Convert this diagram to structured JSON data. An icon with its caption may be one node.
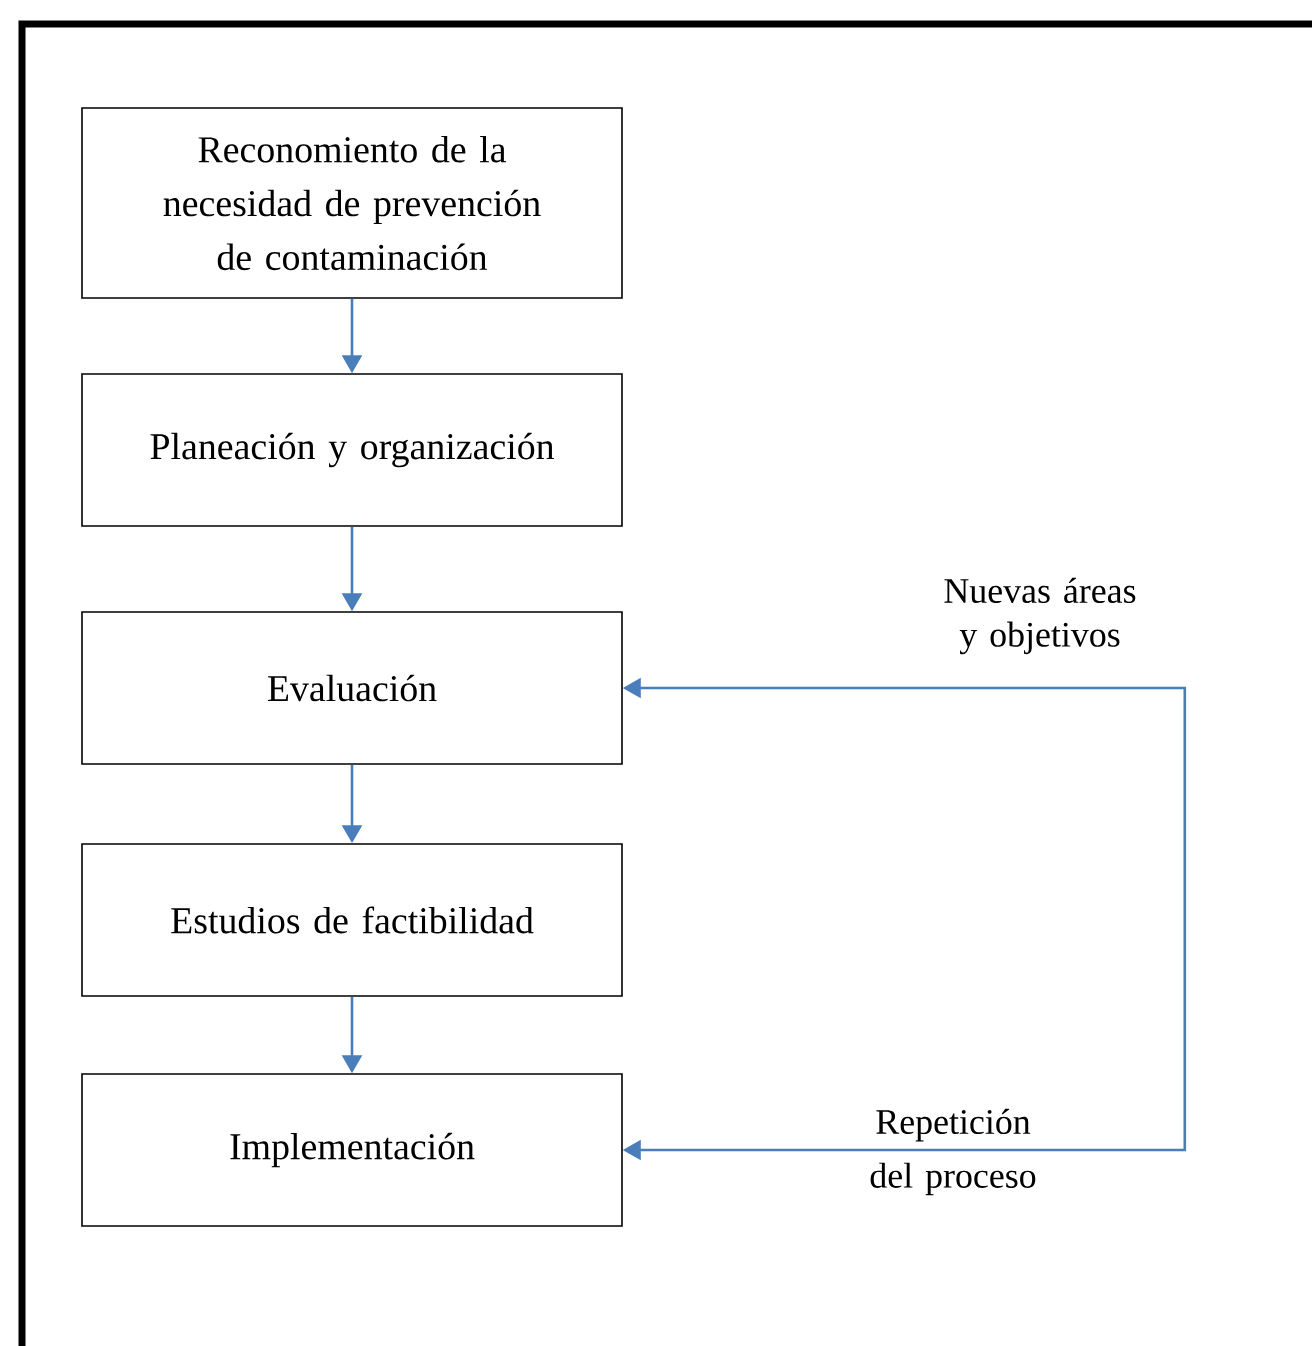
{
  "diagram": {
    "nodes": [
      {
        "text": [
          "Reconomiento de la necesidad de prevención de contaminación"
        ]
      },
      {
        "text": [
          "Planeación y organización"
        ]
      },
      {
        "text": [
          "Evaluación"
        ]
      },
      {
        "text": [
          "Estudios de factibilidad"
        ]
      },
      {
        "text": [
          "Implementación"
        ]
      }
    ],
    "edges": [
      {
        "from": 0,
        "to": 1,
        "arrow": "to"
      },
      {
        "from": 1,
        "to": 2,
        "arrow": "to"
      },
      {
        "from": 2,
        "to": 3,
        "arrow": "to"
      },
      {
        "from": 3,
        "to": 4,
        "arrow": "to"
      },
      {
        "from": 2,
        "to": 4,
        "arrow": "both",
        "label": "Repetición del proceso"
      }
    ],
    "labels": [
      "Nuevas áreas y objetivos"
    ]
  }
}
